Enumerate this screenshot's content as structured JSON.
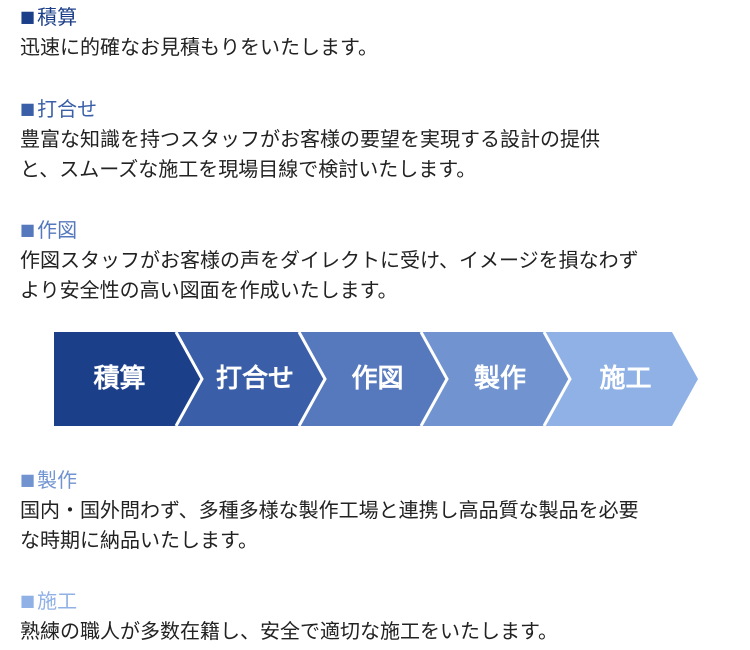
{
  "sections": [
    {
      "marker": "■",
      "title": "積算",
      "lines": [
        "迅速に的確なお見積もりをいたします。"
      ]
    },
    {
      "marker": "■",
      "title": "打合せ",
      "lines": [
        "豊富な知識を持つスタッフがお客様の要望を実現する設計の提供",
        "と、スムーズな施工を現場目線で検討いたします。"
      ]
    },
    {
      "marker": "■",
      "title": "作図",
      "lines": [
        "作図スタッフがお客様の声をダイレクトに受け、イメージを損なわず",
        "より安全性の高い図面を作成いたします。"
      ]
    },
    {
      "marker": "■",
      "title": "製作",
      "lines": [
        "国内・国外問わず、多種多様な製作工場と連携し高品質な製品を必要",
        "な時期に納品いたします。"
      ]
    },
    {
      "marker": "■",
      "title": "施工",
      "lines": [
        "熟練の職人が多数在籍し、安全で適切な施工をいたします。"
      ]
    }
  ],
  "flow": {
    "steps": [
      {
        "label": "積算",
        "color": "#1c3f8a"
      },
      {
        "label": "打合せ",
        "color": "#3a5ea7"
      },
      {
        "label": "作図",
        "color": "#5679bd"
      },
      {
        "label": "製作",
        "color": "#7194d1"
      },
      {
        "label": "施工",
        "color": "#8fb1e6"
      }
    ]
  },
  "colors": {
    "heading": [
      "#1c3f8a",
      "#3a5ea7",
      "#5679bd",
      "#7194d1",
      "#8fb1e6"
    ],
    "body_text": "#222222",
    "divider": "#ffffff"
  }
}
